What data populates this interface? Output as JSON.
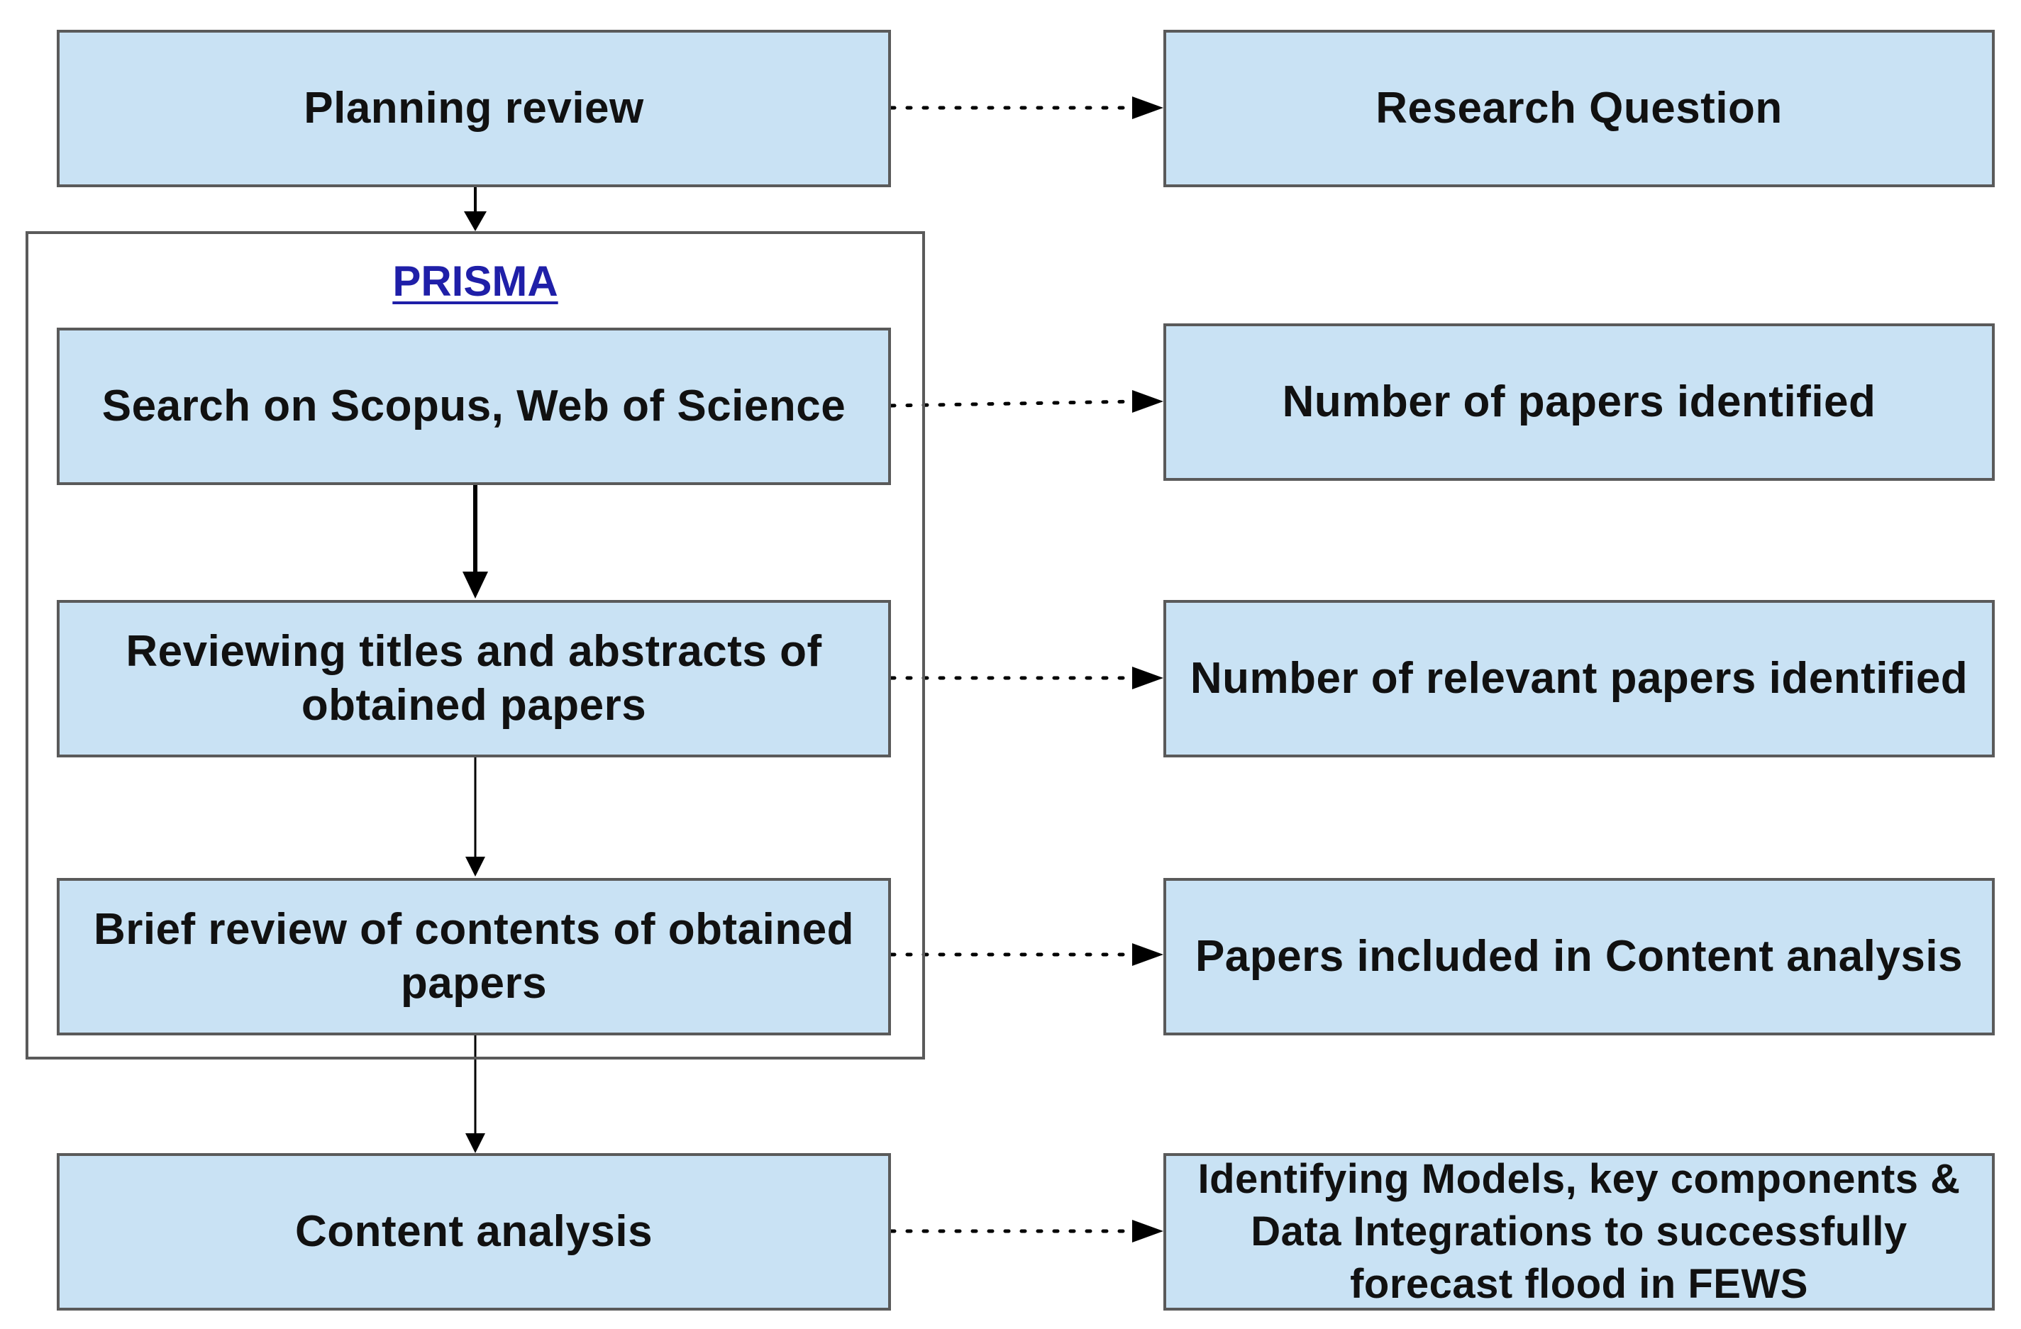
{
  "diagram": {
    "group_title": "PRISMA",
    "left_boxes": {
      "planning_review": "Planning review",
      "search": "Search on Scopus, Web of Science",
      "reviewing_titles": "Reviewing titles and abstracts of obtained papers",
      "brief_review": "Brief review of contents of obtained papers",
      "content_analysis": "Content analysis"
    },
    "right_boxes": {
      "research_question": "Research Question",
      "papers_identified": "Number of papers identified",
      "relevant_papers": "Number of relevant papers identified",
      "papers_included": "Papers included in Content analysis",
      "identifying_models": "Identifying Models, key components & Data Integrations  to successfully forecast flood in FEWS"
    },
    "colors": {
      "box_fill": "#c9e2f4",
      "box_border": "#5a5a5a",
      "group_title": "#1f1fa8",
      "arrow": "#000000"
    }
  }
}
